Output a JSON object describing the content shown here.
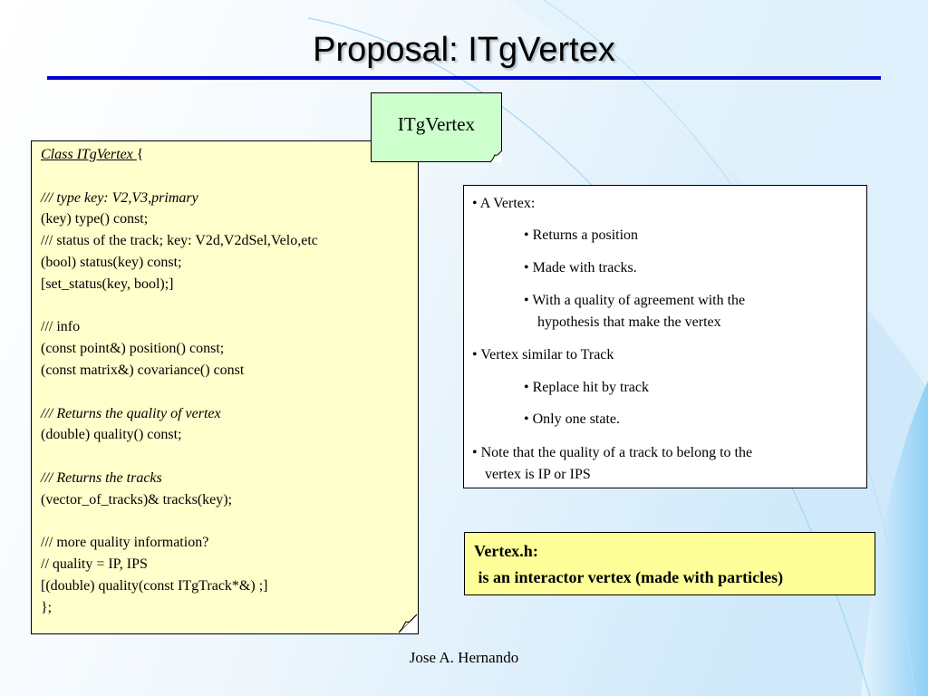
{
  "slide": {
    "title": "Proposal: ITgVertex",
    "footer": "Jose A. Hernando",
    "colors": {
      "title_rule": "#0000cc",
      "code_note_bg": "#ffffcc",
      "tag_bg": "#ccffcc",
      "callout_bg": "#ffff99"
    }
  },
  "code_note": {
    "lines": [
      {
        "text": "Class ITgVertex ",
        "suffix": "{",
        "style": "italic-underline"
      },
      {
        "text": "",
        "style": "normal"
      },
      {
        "text": "/// type key: V2,V3,primary",
        "style": "italic"
      },
      {
        "text": "(key) type() const;",
        "style": "normal"
      },
      {
        "text": "/// status of the track; key: V2d,V2dSel,Velo,etc",
        "style": "normal"
      },
      {
        "text": "(bool) status(key) const;",
        "style": "normal"
      },
      {
        "text": "[set_status(key, bool);]",
        "style": "normal"
      },
      {
        "text": "",
        "style": "normal"
      },
      {
        "text": "/// info",
        "style": "normal"
      },
      {
        "text": "(const point&) position() const;",
        "style": "normal"
      },
      {
        "text": "(const matrix&) covariance() const",
        "style": "normal"
      },
      {
        "text": "",
        "style": "normal"
      },
      {
        "text": "/// Returns the quality of vertex",
        "style": "italic"
      },
      {
        "text": "(double) quality() const;",
        "style": "normal"
      },
      {
        "text": "",
        "style": "normal"
      },
      {
        "text": "/// Returns the tracks",
        "style": "italic"
      },
      {
        "text": "(vector_of_tracks)& tracks(key);",
        "style": "normal"
      },
      {
        "text": "",
        "style": "normal"
      },
      {
        "text": "/// more quality information?",
        "style": "normal"
      },
      {
        "text": "// quality = IP, IPS",
        "style": "normal"
      },
      {
        "text": "[(double) quality(const ITgTrack*&) ;]",
        "style": "normal"
      },
      {
        "text": "};",
        "style": "normal"
      }
    ]
  },
  "tag_note": {
    "label": "ITgVertex"
  },
  "bullets": {
    "items": [
      {
        "text": "• A Vertex:",
        "level": 1
      },
      {
        "text": "• Returns a position",
        "level": 2
      },
      {
        "text": "• Made with tracks.",
        "level": 2
      },
      {
        "text": "• With a quality of agreement with the",
        "level": 2
      },
      {
        "text": "hypothesis that make the vertex",
        "level": 3
      },
      {
        "text": "• Vertex similar to Track",
        "level": 1
      },
      {
        "text": "• Replace hit by track",
        "level": 2
      },
      {
        "text": "• Only one state.",
        "level": 2
      },
      {
        "text": "• Note that the quality of a track to belong to the",
        "level": 1
      },
      {
        "text": "vertex is IP or IPS",
        "level": 4
      }
    ]
  },
  "callout": {
    "line1": "Vertex.h:",
    "line2": " is an interactor vertex (made with particles)"
  }
}
